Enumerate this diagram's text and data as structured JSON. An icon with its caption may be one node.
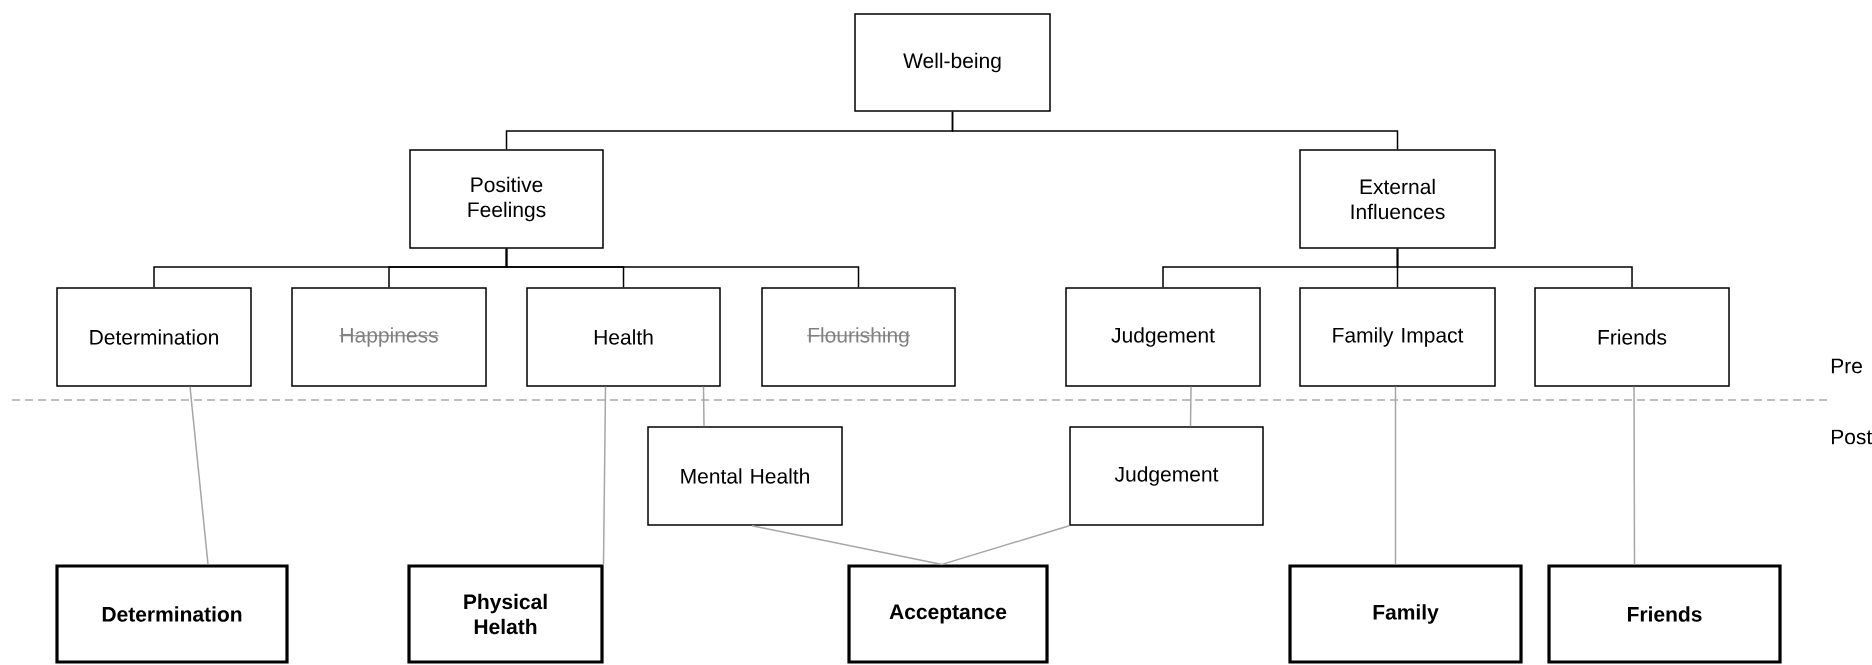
{
  "diagram": {
    "nodes": [
      {
        "text": [
          "Well-being"
        ]
      },
      {
        "text": [
          "Positive Feelings"
        ]
      },
      {
        "text": [
          "External Influences"
        ]
      },
      {
        "text": [
          "Determination"
        ]
      },
      {
        "text": [
          "Happiness"
        ]
      },
      {
        "text": [
          "Health"
        ]
      },
      {
        "text": [
          "Flourishing"
        ]
      },
      {
        "text": [
          "Judgement"
        ]
      },
      {
        "text": [
          "Family Impact"
        ]
      },
      {
        "text": [
          "Friends"
        ]
      },
      {
        "text": [
          "Mental Health"
        ]
      },
      {
        "text": [
          "Judgement"
        ]
      },
      {
        "text": [
          "Determination"
        ]
      },
      {
        "text": [
          "Physical Helath"
        ]
      },
      {
        "text": [
          "Acceptance"
        ]
      },
      {
        "text": [
          "Family"
        ]
      },
      {
        "text": [
          "Friends"
        ]
      }
    ],
    "edges": [
      {
        "from": 0,
        "to": 1,
        "arrow": "none"
      },
      {
        "from": 0,
        "to": 2,
        "arrow": "none"
      },
      {
        "from": 1,
        "to": 3,
        "arrow": "none"
      },
      {
        "from": 1,
        "to": 4,
        "arrow": "none"
      },
      {
        "from": 1,
        "to": 5,
        "arrow": "none"
      },
      {
        "from": 1,
        "to": 6,
        "arrow": "none"
      },
      {
        "from": 2,
        "to": 7,
        "arrow": "none"
      },
      {
        "from": 2,
        "to": 8,
        "arrow": "none"
      },
      {
        "from": 2,
        "to": 9,
        "arrow": "none"
      },
      {
        "from": 3,
        "to": 12,
        "arrow": "none",
        "color": "#a6a6a6"
      },
      {
        "from": 5,
        "to": 13,
        "arrow": "none",
        "color": "#a6a6a6"
      },
      {
        "from": 5,
        "to": 10,
        "arrow": "none",
        "color": "#a6a6a6"
      },
      {
        "from": 7,
        "to": 11,
        "arrow": "none",
        "color": "#a6a6a6"
      },
      {
        "from": 10,
        "to": 14,
        "arrow": "none",
        "color": "#a6a6a6"
      },
      {
        "from": 11,
        "to": 14,
        "arrow": "none",
        "color": "#a6a6a6"
      },
      {
        "from": 8,
        "to": 15,
        "arrow": "none",
        "color": "#a6a6a6"
      },
      {
        "from": 9,
        "to": 16,
        "arrow": "none",
        "color": "#a6a6a6"
      }
    ],
    "labels": [
      "Pre",
      "Post"
    ]
  }
}
